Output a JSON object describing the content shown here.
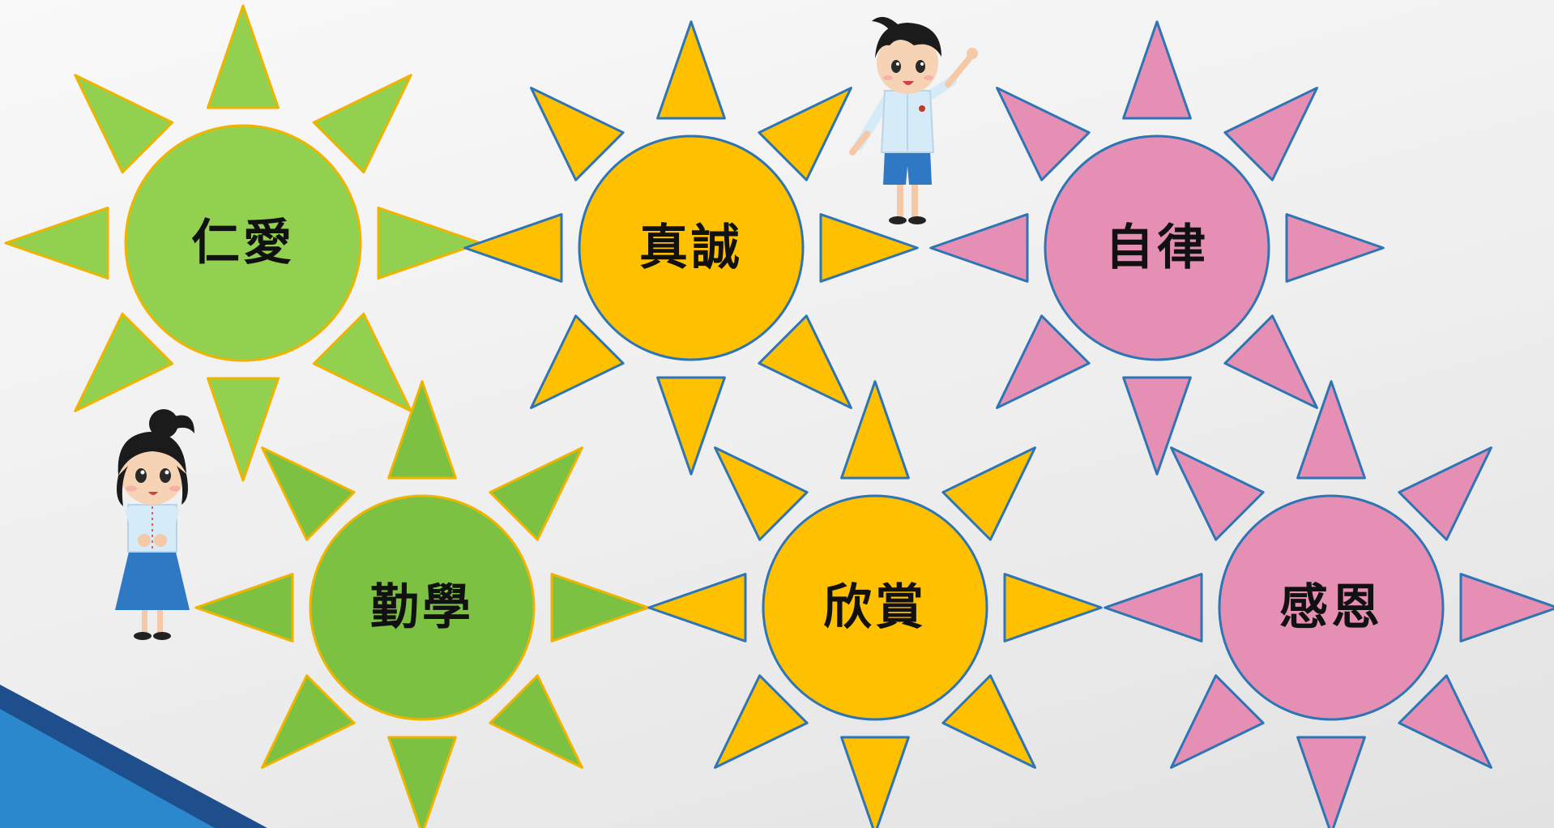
{
  "suns": [
    {
      "label": "仁愛",
      "color": "#92d050",
      "outline": "#f0b400"
    },
    {
      "label": "真誠",
      "color": "#ffc000",
      "outline": "#2e75b6"
    },
    {
      "label": "自律",
      "color": "#e68fb5",
      "outline": "#2e75b6"
    },
    {
      "label": "勤學",
      "color": "#7dc143",
      "outline": "#f0b400"
    },
    {
      "label": "欣賞",
      "color": "#ffc000",
      "outline": "#2e75b6"
    },
    {
      "label": "感恩",
      "color": "#e68fb5",
      "outline": "#2e75b6"
    }
  ],
  "theme": {
    "corner_dark": "#1f4e8c",
    "corner_light": "#2c88cc",
    "shirt": "#d6ebf8",
    "skirt": "#2f78c4"
  }
}
